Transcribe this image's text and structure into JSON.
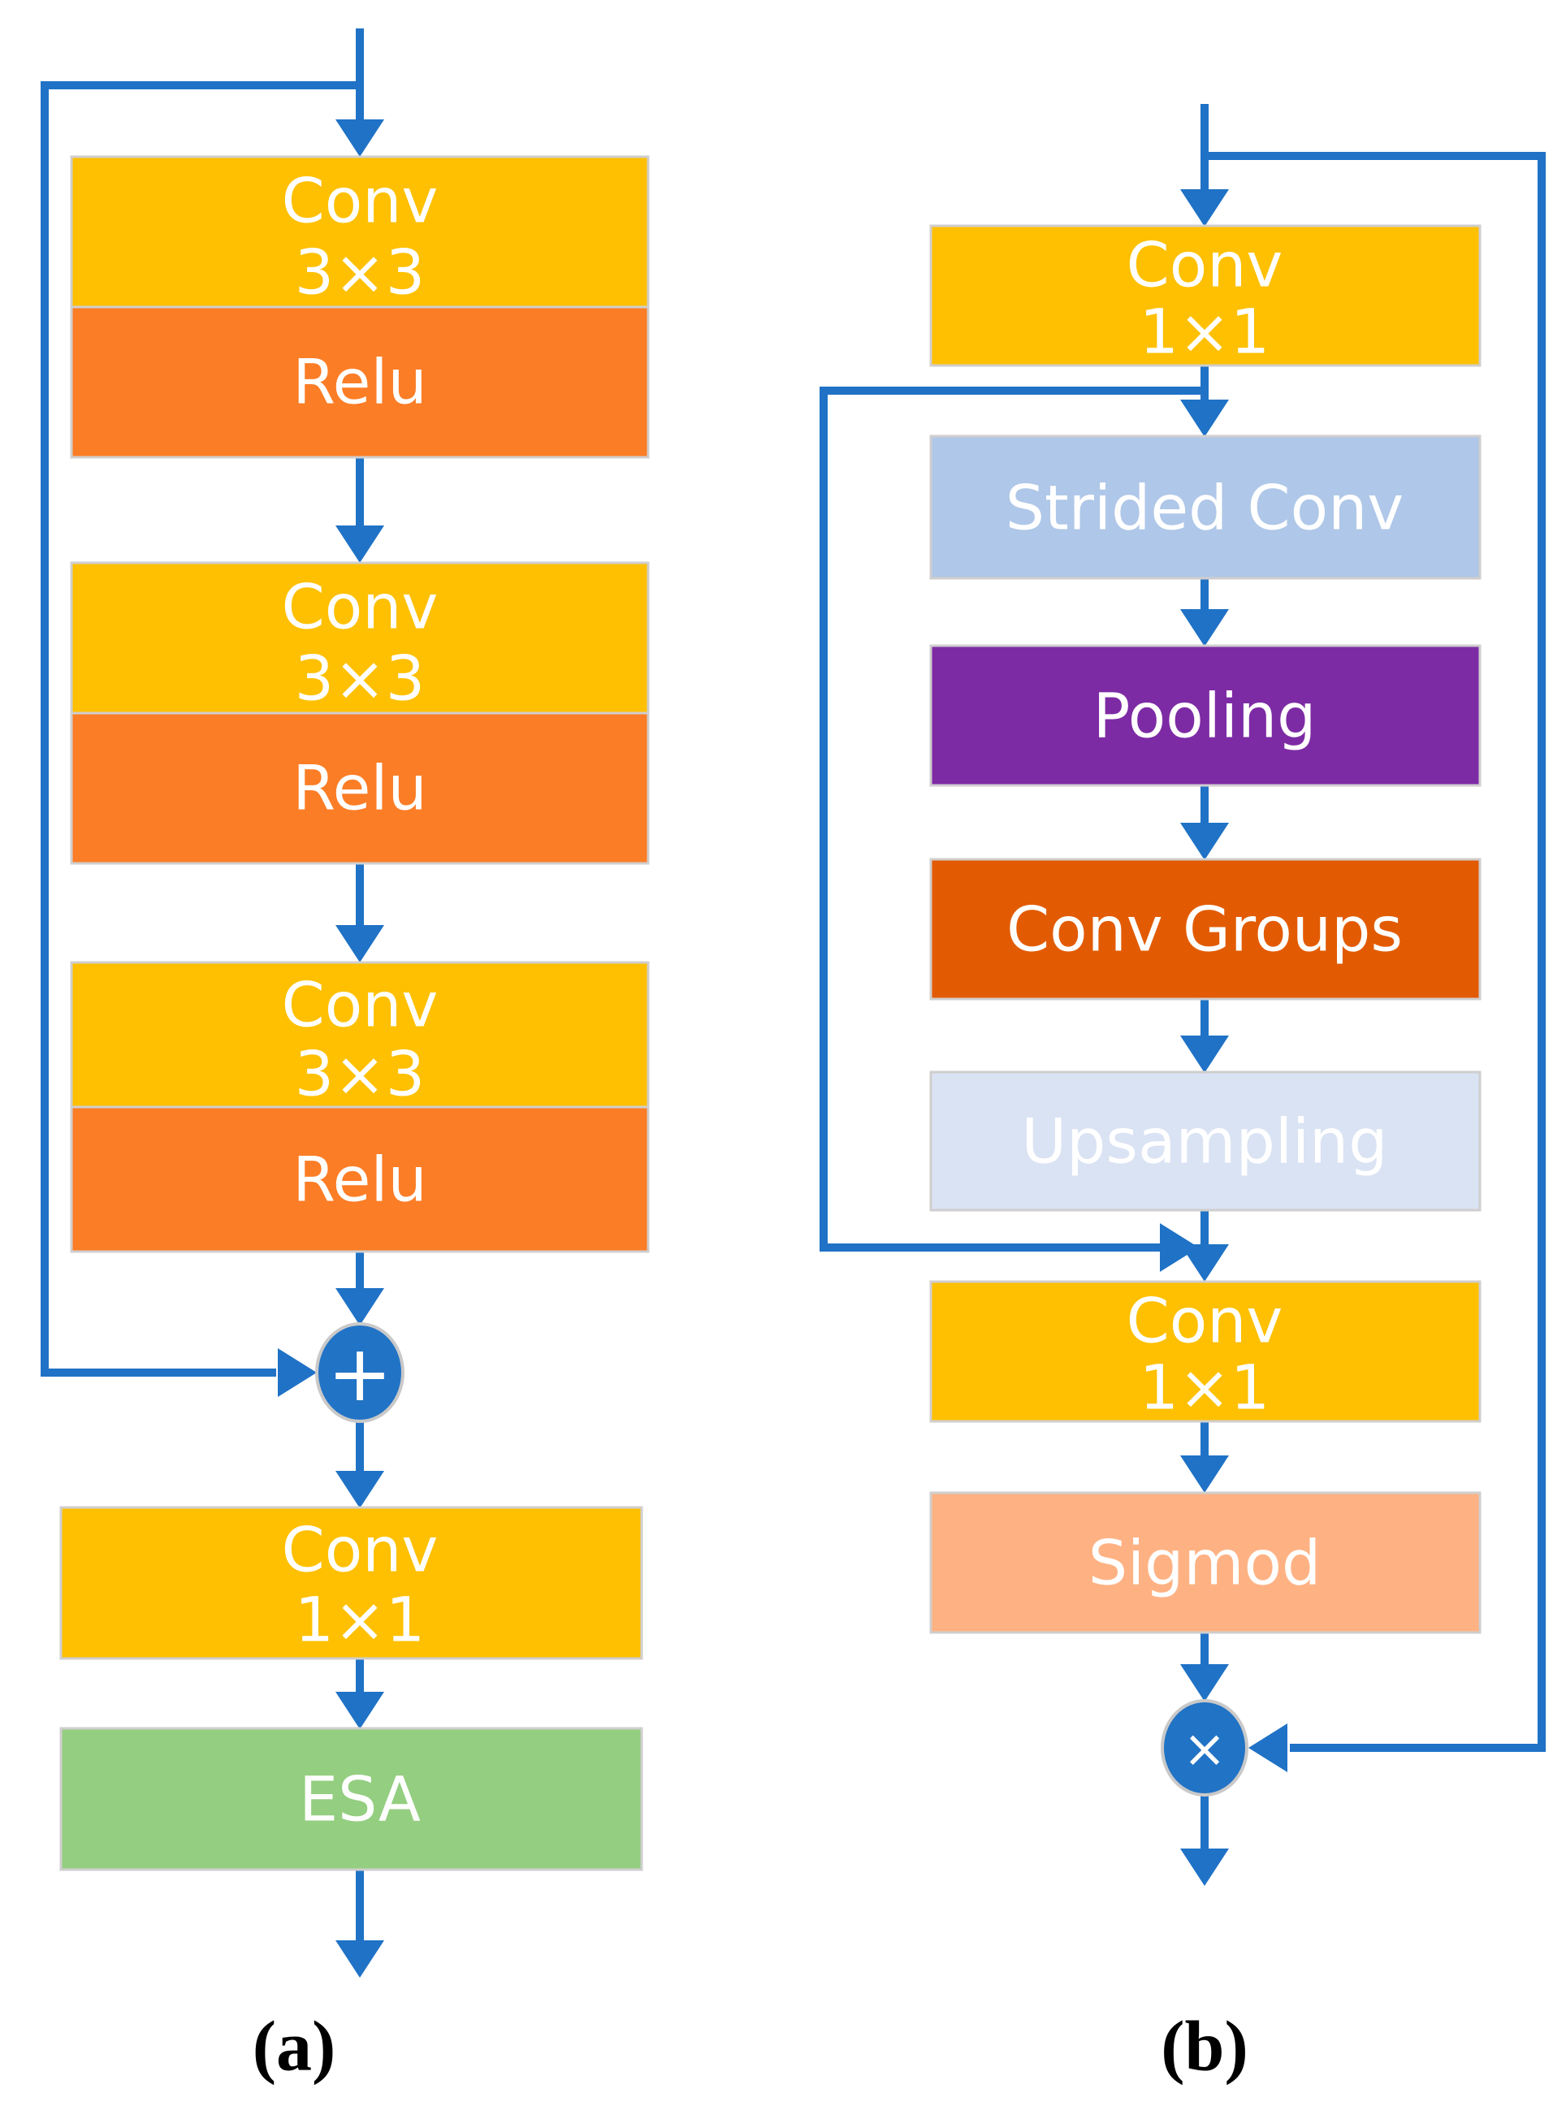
{
  "colors": {
    "conv_yellow": "#FEC001",
    "relu_orange": "#FB7D26",
    "esa_green": "#94CE80",
    "strided_blue": "#AFC7E8",
    "pooling_purple": "#7D2BA5",
    "conv_groups_orange": "#E25B02",
    "upsampling_pale": "#DAE3F3",
    "sigmod_peach": "#FEB283",
    "arrow_blue": "#1F72C6",
    "node_blue": "#2173C5",
    "node_border": "#C9C9C9",
    "box_border": "#D0CECE",
    "label_white": "#FFFFFF",
    "caption_black": "#000000"
  },
  "panel_a": {
    "caption": "(a)",
    "blocks": [
      {
        "conv": "Conv",
        "kernel": "3×3",
        "relu": "Relu"
      },
      {
        "conv": "Conv",
        "kernel": "3×3",
        "relu": "Relu"
      },
      {
        "conv": "Conv",
        "kernel": "3×3",
        "relu": "Relu"
      }
    ],
    "conv1x1": {
      "label": "Conv",
      "kernel": "1×1"
    },
    "esa": {
      "label": "ESA"
    },
    "add_node": {
      "operator": "+"
    }
  },
  "panel_b": {
    "caption": "(b)",
    "conv1x1_top": {
      "label": "Conv",
      "kernel": "1×1"
    },
    "strided_conv": {
      "label": "Strided Conv"
    },
    "pooling": {
      "label": "Pooling"
    },
    "conv_groups": {
      "label": "Conv Groups"
    },
    "upsampling": {
      "label": "Upsampling"
    },
    "conv1x1_bottom": {
      "label": "Conv",
      "kernel": "1×1"
    },
    "sigmod": {
      "label": "Sigmod"
    },
    "multiply_node": {
      "operator": "×"
    }
  }
}
